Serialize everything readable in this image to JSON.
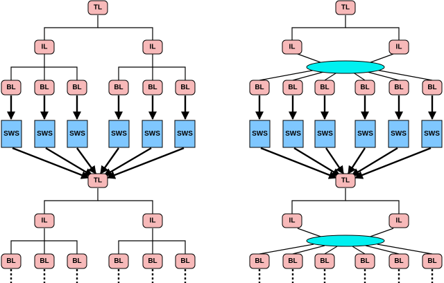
{
  "labels": {
    "tl": "TL",
    "il": "IL",
    "bl": "BL",
    "sws": "SWS"
  },
  "colors": {
    "pink_node": "#f7b9b9",
    "blue_node": "#7fc7ff",
    "cyan_hub": "#00f0f0",
    "line": "#000000"
  }
}
